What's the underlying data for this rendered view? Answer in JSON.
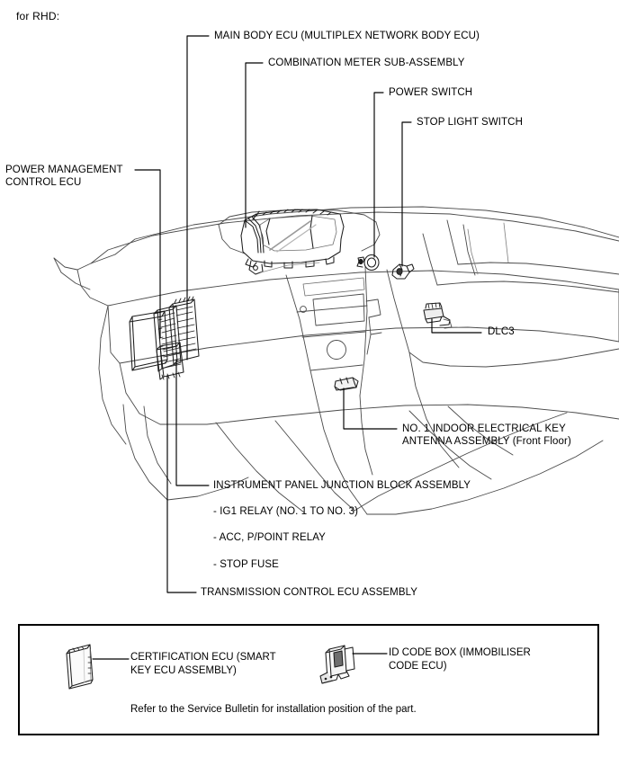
{
  "page": {
    "note_top": "for RHD:"
  },
  "callouts": [
    {
      "id": "main-body-ecu",
      "text": "MAIN BODY ECU (MULTIPLEX NETWORK BODY ECU)"
    },
    {
      "id": "combination-meter",
      "text": "COMBINATION METER SUB-ASSEMBLY"
    },
    {
      "id": "power-switch",
      "text": "POWER SWITCH"
    },
    {
      "id": "stop-light-switch",
      "text": "STOP LIGHT SWITCH"
    },
    {
      "id": "power-management-control-ecu",
      "line1": "POWER MANAGEMENT",
      "line2": "CONTROL ECU"
    },
    {
      "id": "dlc3",
      "text": "DLC3"
    },
    {
      "id": "indoor-key-antenna",
      "line1": "NO. 1 INDOOR ELECTRICAL KEY",
      "line2": "ANTENNA ASSEMBLY (Front Floor)"
    },
    {
      "id": "instrument-panel-junction-block",
      "text": "INSTRUMENT PANEL JUNCTION BLOCK ASSEMBLY"
    },
    {
      "id": "ig1-relay",
      "text": "- IG1 RELAY (NO. 1 TO NO. 3)"
    },
    {
      "id": "acc-ppoint-relay",
      "text": "- ACC, P/POINT RELAY"
    },
    {
      "id": "stop-fuse",
      "text": "- STOP FUSE"
    },
    {
      "id": "transmission-control-ecu",
      "text": "TRANSMISSION CONTROL ECU ASSEMBLY"
    }
  ],
  "legend": {
    "certification_ecu": {
      "line1": "CERTIFICATION ECU (SMART",
      "line2": "KEY ECU ASSEMBLY)"
    },
    "id_code_box": {
      "line1": "ID CODE BOX (IMMOBILISER",
      "line2": "CODE ECU)"
    },
    "note": "Refer to the Service Bulletin for installation position of the part."
  },
  "colors": {
    "line": "#000000",
    "art_line": "#2b2b2b",
    "art_line_light": "#555555",
    "background": "#ffffff"
  }
}
